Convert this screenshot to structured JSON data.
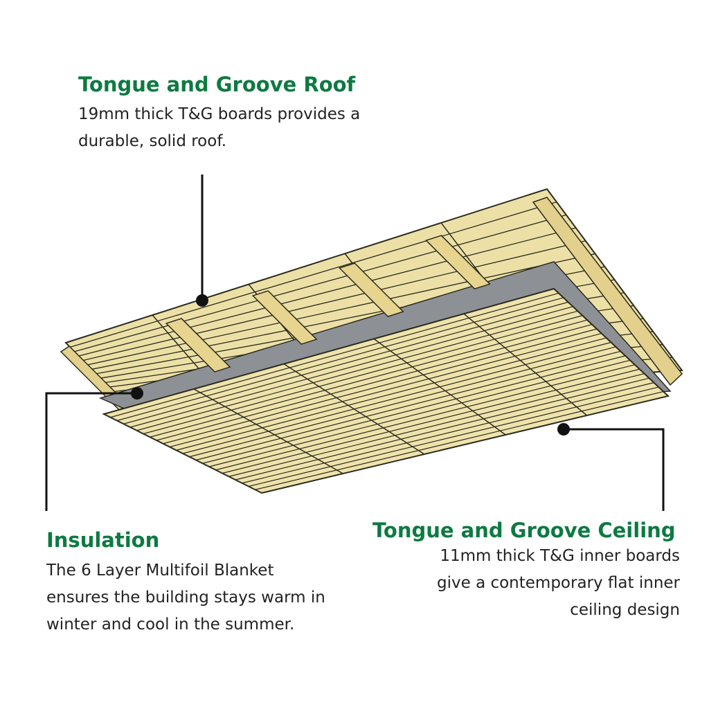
{
  "colors": {
    "accent_green": "#0d7a41",
    "wood": "#e8d89a",
    "wood_line": "#2a2a1e",
    "insulation": "#8d9196",
    "body_text": "#222222"
  },
  "roof": {
    "title": "Tongue and Groove Roof",
    "desc_line1": "19mm thick T&G boards provides a",
    "desc_line2": "durable, solid roof."
  },
  "insulation": {
    "title": "Insulation",
    "desc_line1": "The 6 Layer Multifoil Blanket",
    "desc_line2": "ensures the building stays warm in",
    "desc_line3": "winter and cool in the summer."
  },
  "ceiling": {
    "title": "Tongue and Groove Ceiling",
    "desc_line1": "11mm thick T&G inner boards",
    "desc_line2": "give a contemporary flat inner",
    "desc_line3": "ceiling design"
  }
}
